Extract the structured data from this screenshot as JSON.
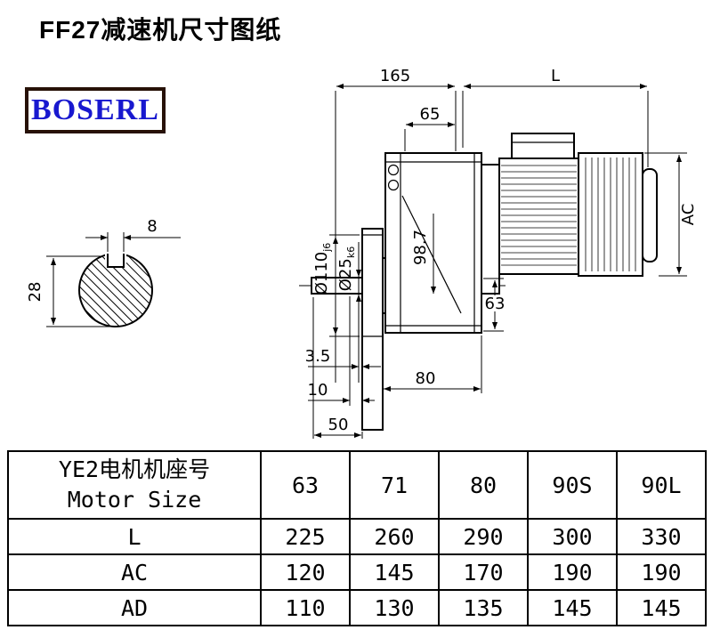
{
  "page": {
    "title": "FF27减速机尺寸图纸"
  },
  "logo": {
    "text": "BOSERL"
  },
  "drawing": {
    "dim_165": "165",
    "dim_L": "L",
    "dim_65": "65",
    "dim_AC": "AC",
    "dim_d110": {
      "main": "Ø110",
      "tol": "j6"
    },
    "dim_d25": {
      "main": "Ø25",
      "tol": "k6"
    },
    "dim_98_7": "98.7",
    "dim_63": "63",
    "dim_80": "80",
    "dim_3_5": "3.5",
    "dim_10": "10",
    "dim_50": "50",
    "dim_8": "8",
    "dim_28": "28"
  },
  "table": {
    "header_col": {
      "line1": "YE2电机机座号",
      "line2": "Motor Size"
    },
    "motor_sizes": [
      "63",
      "71",
      "80",
      "90S",
      "90L"
    ],
    "rows": [
      {
        "label": "L",
        "values": [
          "225",
          "260",
          "290",
          "300",
          "330"
        ]
      },
      {
        "label": "AC",
        "values": [
          "120",
          "145",
          "170",
          "190",
          "190"
        ]
      },
      {
        "label": "AD",
        "values": [
          "110",
          "130",
          "135",
          "145",
          "145"
        ]
      }
    ]
  }
}
